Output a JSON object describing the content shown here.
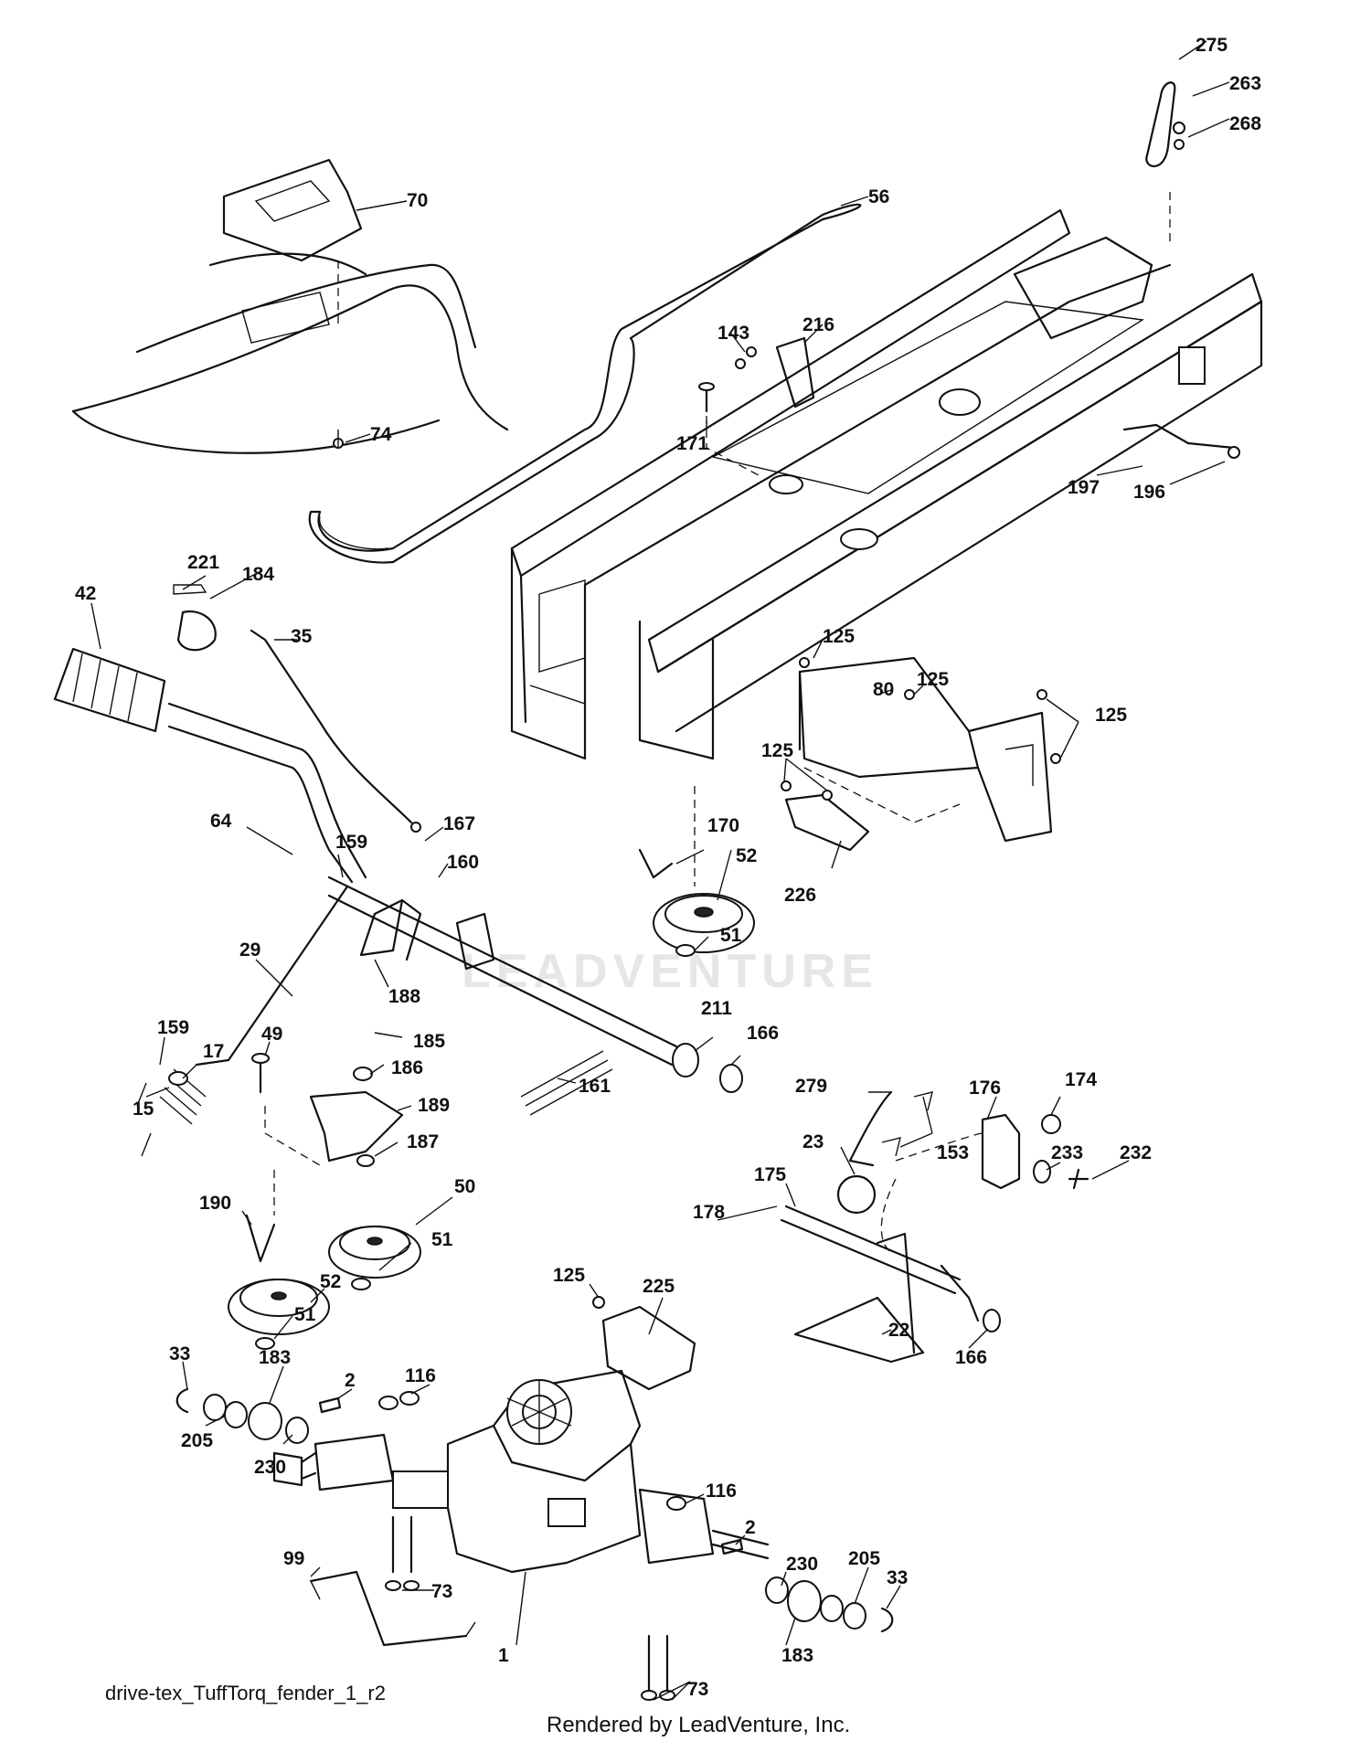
{
  "diagram": {
    "caption": "drive-tex_TuffTorq_fender_1_r2",
    "footer": "Rendered by LeadVenture, Inc.",
    "watermark": "LEADVENTURE",
    "labels": [
      "275",
      "263",
      "268",
      "70",
      "56",
      "143",
      "216",
      "74",
      "171",
      "197",
      "196",
      "221",
      "184",
      "42",
      "35",
      "125",
      "80",
      "125",
      "125",
      "125",
      "64",
      "159",
      "167",
      "160",
      "170",
      "52",
      "226",
      "51",
      "29",
      "188",
      "211",
      "166",
      "185",
      "159",
      "49",
      "186",
      "17",
      "161",
      "15",
      "189",
      "279",
      "176",
      "174",
      "187",
      "153",
      "233",
      "232",
      "23",
      "175",
      "50",
      "178",
      "190",
      "51",
      "52",
      "22",
      "166",
      "51",
      "125",
      "225",
      "33",
      "183",
      "116",
      "2",
      "205",
      "230",
      "116",
      "2",
      "230",
      "205",
      "99",
      "33",
      "73",
      "1",
      "183",
      "73"
    ]
  }
}
